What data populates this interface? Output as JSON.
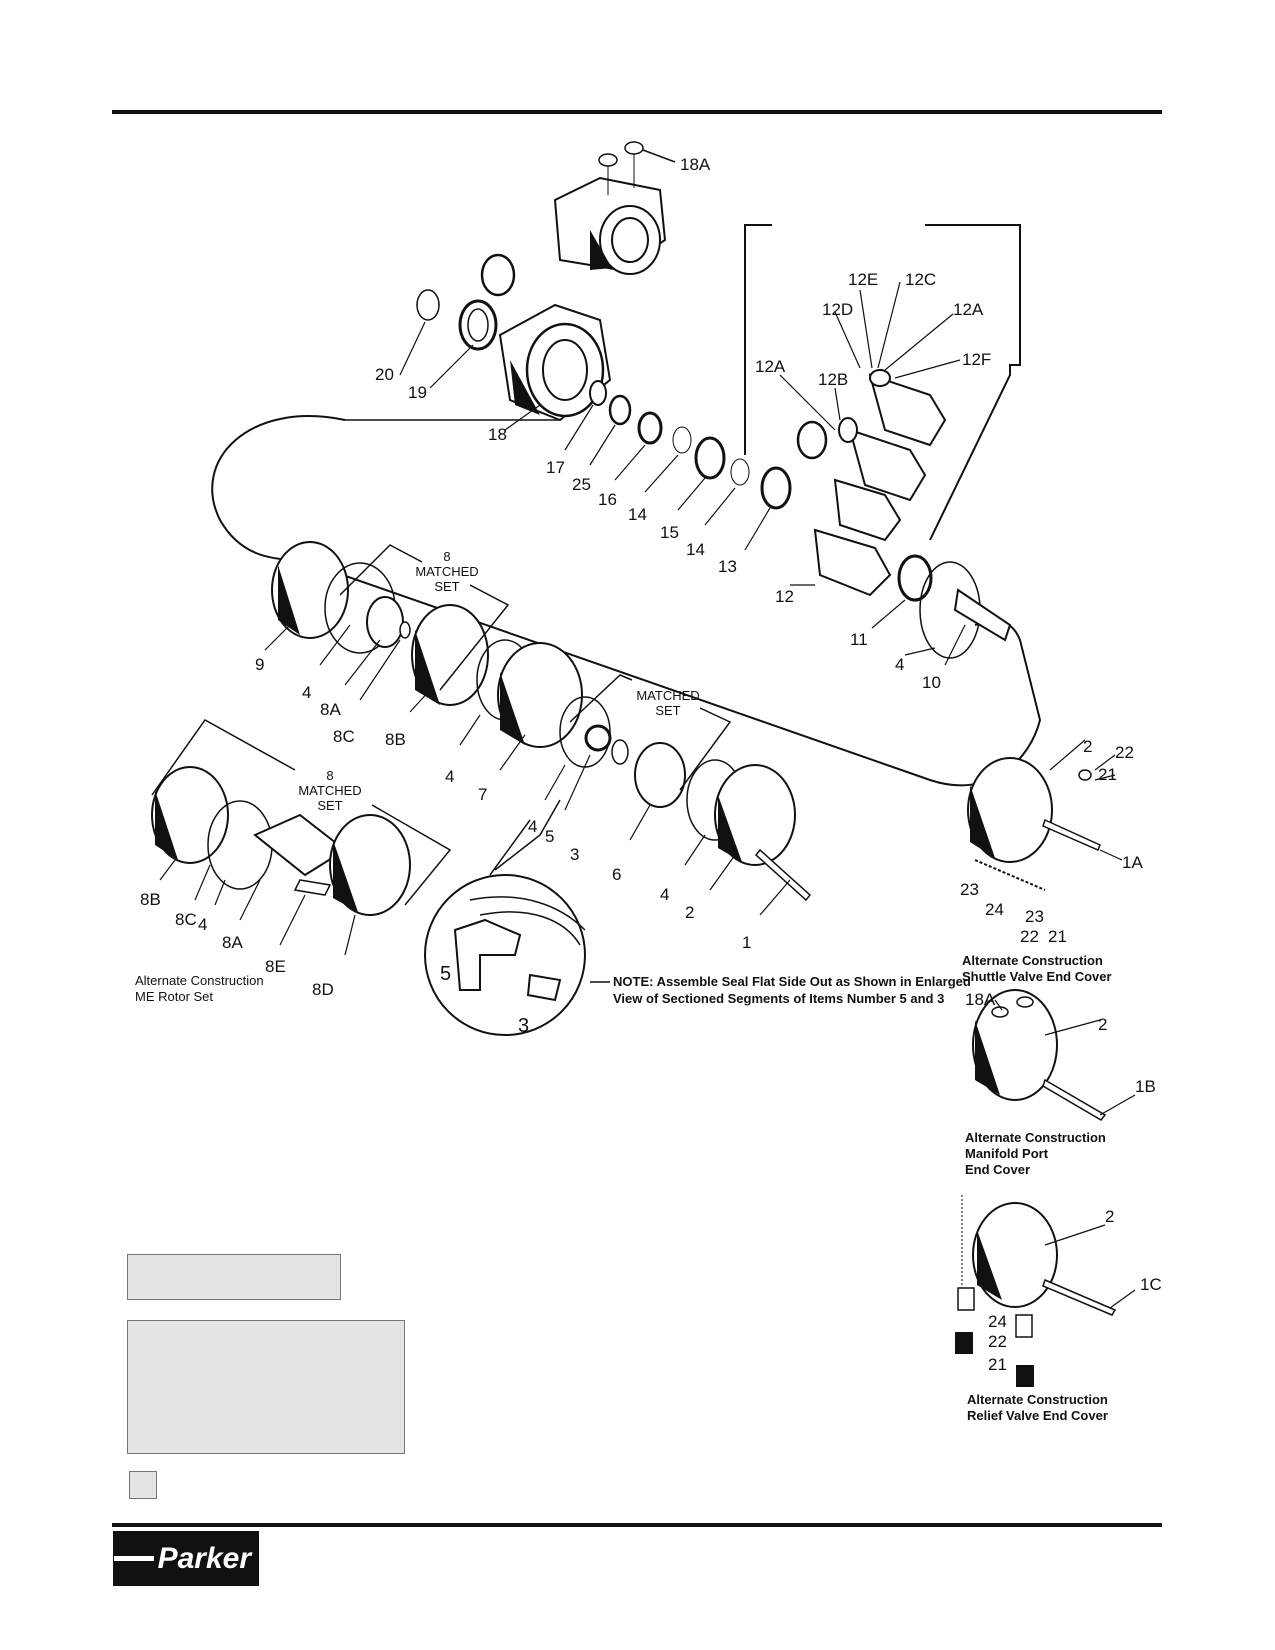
{
  "labels": {
    "l18A": "18A",
    "l20": "20",
    "l19": "19",
    "l18": "18",
    "l17": "17",
    "l25": "25",
    "l16": "16",
    "l14a": "14",
    "l15": "15",
    "l14b": "14",
    "l13": "13",
    "l12": "12",
    "l11": "11",
    "l4a": "4",
    "l10": "10",
    "l12E": "12E",
    "l12C": "12C",
    "l12D": "12D",
    "l12A_top": "12A",
    "l12F": "12F",
    "l12A": "12A",
    "l12B": "12B",
    "l9": "9",
    "l4b": "4",
    "l8A": "8A",
    "l8C": "8C",
    "l8B": "8B",
    "l4c": "4",
    "l7": "7",
    "l4d": "4",
    "l5": "5",
    "l3": "3",
    "l6": "6",
    "l4e": "4",
    "l2": "2",
    "l1": "1",
    "l8B_alt": "8B",
    "l8C_alt": "8C",
    "l4_alt": "4",
    "l8A_alt": "8A",
    "l8E": "8E",
    "l8D": "8D",
    "sec5": "5",
    "sec3": "3",
    "r2a": "2",
    "r22a": "22",
    "r21a": "21",
    "r1A": "1A",
    "r23a": "23",
    "r24a": "24",
    "r23b": "23",
    "r22b": "22",
    "r21b": "21",
    "r18A": "18A",
    "r2b": "2",
    "r1B": "1B",
    "r2c": "2",
    "r1C": "1C",
    "r24c": "24",
    "r22c": "22",
    "r21c": "21"
  },
  "matched_sets": {
    "set1": {
      "num": "8",
      "l1": "MATCHED",
      "l2": "SET"
    },
    "set2": {
      "l1": "MATCHED",
      "l2": "SET"
    },
    "set3": {
      "num": "8",
      "l1": "MATCHED",
      "l2": "SET"
    }
  },
  "captions": {
    "alt_rotor_1": "Alternate Construction",
    "alt_rotor_2": "ME Rotor Set",
    "shuttle_1": "Alternate Construction",
    "shuttle_2": "Shuttle Valve End Cover",
    "manifold_1": "Alternate Construction",
    "manifold_2": "Manifold Port",
    "manifold_3": "End Cover",
    "relief_1": "Alternate Construction",
    "relief_2": "Relief Valve End Cover"
  },
  "note": {
    "line1": "NOTE: Assemble Seal Flat Side Out as Shown in Enlarged",
    "line2": "View of Sectioned Segments of Items Number 5 and 3"
  },
  "logo": {
    "text": "Parker"
  }
}
